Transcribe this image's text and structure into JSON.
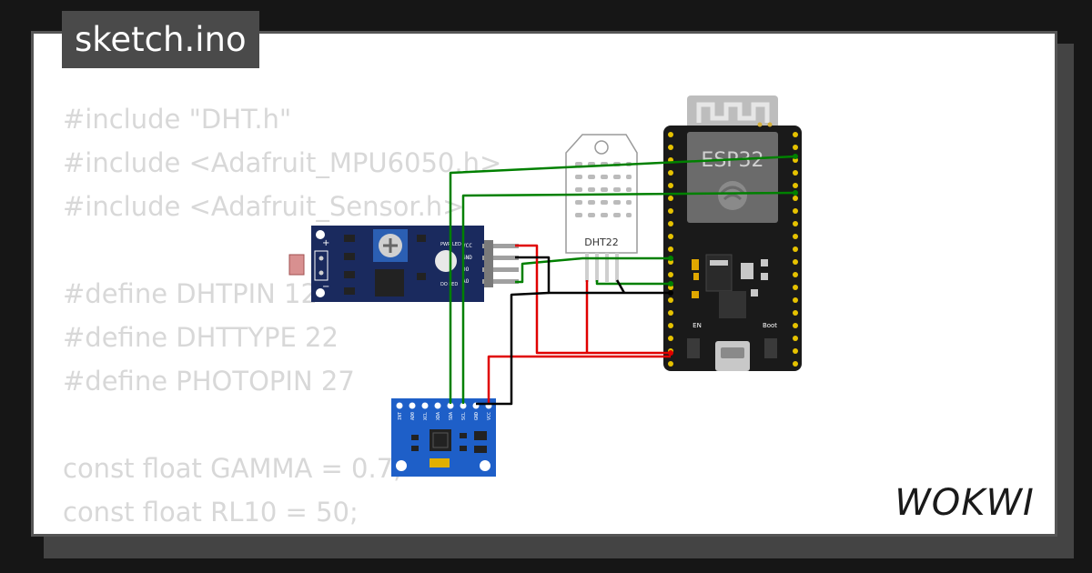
{
  "tab": {
    "filename": "sketch.ino"
  },
  "code_lines": [
    "#include \"DHT.h\"",
    "#include <Adafruit_MPU6050.h>",
    "#include <Adafruit_Sensor.h>",
    "",
    "#define DHTPIN 12",
    "#define DHTTYPE 22",
    "#define PHOTOPIN 27",
    "",
    "const float GAMMA = 0.7;",
    "const float RL10 = 50;"
  ],
  "components": {
    "esp32": {
      "name": "ESP32",
      "en_label": "EN",
      "boot_label": "Boot"
    },
    "dht22": {
      "name": "DHT22"
    },
    "ldr_module": {
      "plus": "+",
      "minus": "−",
      "pins": [
        "VCC",
        "GND",
        "DO",
        "AO"
      ],
      "led_labels": [
        "PWR LED",
        "DO LED"
      ]
    },
    "mpu6050": {
      "pins": [
        "INT",
        "AD0",
        "XCL",
        "XDA",
        "SDA",
        "SCL",
        "GND",
        "VCC"
      ]
    }
  },
  "brand": {
    "logo": "WOKWI"
  },
  "colors": {
    "background": "#161616",
    "card": "#ffffff",
    "code_text": "#d8d8d8",
    "tab_bg": "#4a4a4a",
    "wire_green": "#008000",
    "wire_red": "#e00000",
    "wire_black": "#000000"
  }
}
